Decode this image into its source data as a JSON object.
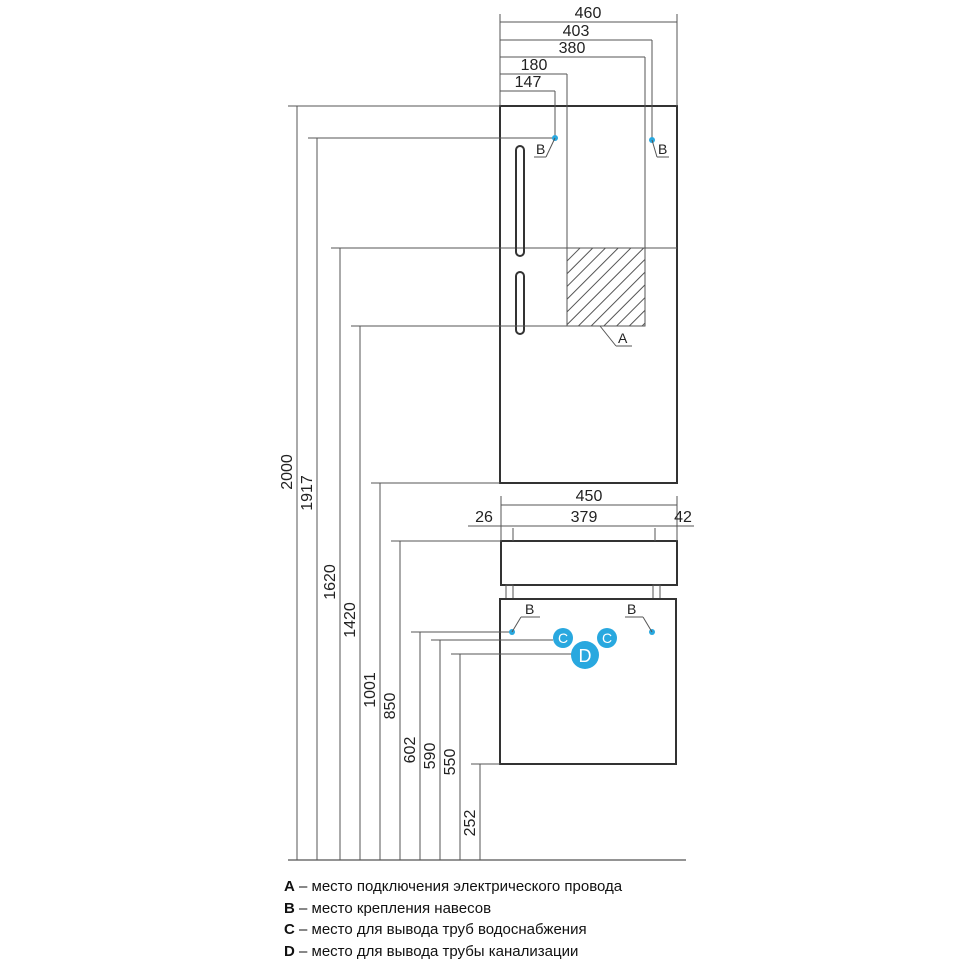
{
  "colors": {
    "outline": "#333333",
    "dimension_line": "#555555",
    "marker": "#29a8df",
    "marker_text": "#ffffff",
    "hatch": "#555555"
  },
  "dimensions": {
    "top_width_460": "460",
    "top_403": "403",
    "top_380": "380",
    "top_180": "180",
    "top_147": "147",
    "base_width_450": "450",
    "base_26": "26",
    "base_379": "379",
    "base_42": "42",
    "h_2000": "2000",
    "h_1917": "1917",
    "h_1620": "1620",
    "h_1420": "1420",
    "h_1001": "1001",
    "h_850": "850",
    "h_602": "602",
    "h_590": "590",
    "h_550": "550",
    "h_252": "252"
  },
  "tags": {
    "a": "A",
    "b": "B",
    "c": "C",
    "d": "D"
  },
  "legend": [
    {
      "letter": "A",
      "text": " – место подключения электрического провода"
    },
    {
      "letter": "B",
      "text": " – место крепления навесов"
    },
    {
      "letter": "C",
      "text": " – место для вывода труб водоснабжения"
    },
    {
      "letter": "D",
      "text": " – место для вывода трубы канализации"
    }
  ]
}
